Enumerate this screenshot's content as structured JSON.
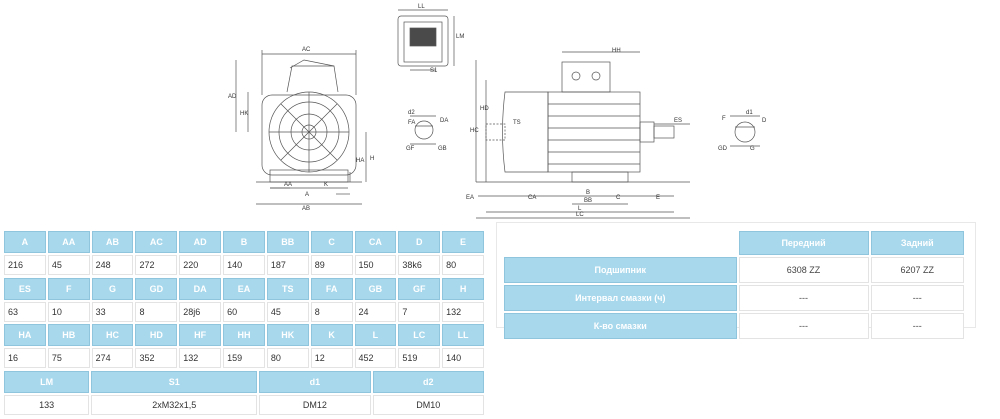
{
  "drawing": {
    "labels": {
      "AC": "AC",
      "AD": "AD",
      "HK": "HK",
      "HA": "HA",
      "H": "H",
      "AA": "AA",
      "K": "K",
      "A": "A",
      "AB": "AB",
      "LL": "LL",
      "LM": "LM",
      "S1": "S1",
      "HH": "HH",
      "d2": "d2",
      "FA": "FA",
      "GF": "GF",
      "GB": "GB",
      "DA": "DA",
      "HC": "HC",
      "HD": "HD",
      "TS": "TS",
      "ES": "ES",
      "EA": "EA",
      "CA": "CA",
      "B": "B",
      "BB": "BB",
      "C": "C",
      "E": "E",
      "L": "L",
      "LC": "LC",
      "d1": "d1",
      "F": "F",
      "D": "D",
      "GD": "GD",
      "G": "G"
    }
  },
  "table1": {
    "headers": [
      "A",
      "AA",
      "AB",
      "AC",
      "AD",
      "B",
      "BB",
      "C",
      "CA",
      "D",
      "E"
    ],
    "values": [
      "216",
      "45",
      "248",
      "272",
      "220",
      "140",
      "187",
      "89",
      "150",
      "38k6",
      "80"
    ]
  },
  "table2": {
    "headers": [
      "ES",
      "F",
      "G",
      "GD",
      "DA",
      "EA",
      "TS",
      "FA",
      "GB",
      "GF",
      "H"
    ],
    "values": [
      "63",
      "10",
      "33",
      "8",
      "28j6",
      "60",
      "45",
      "8",
      "24",
      "7",
      "132"
    ]
  },
  "table3": {
    "headers": [
      "HA",
      "HB",
      "HC",
      "HD",
      "HF",
      "HH",
      "HK",
      "K",
      "L",
      "LC",
      "LL"
    ],
    "values": [
      "16",
      "75",
      "274",
      "352",
      "132",
      "159",
      "80",
      "12",
      "452",
      "519",
      "140"
    ]
  },
  "table4": {
    "headers": [
      "LM",
      "S1",
      "d1",
      "d2"
    ],
    "values": [
      "133",
      "2xM32x1,5",
      "DM12",
      "DM10"
    ]
  },
  "bearings": {
    "col_front": "Передний",
    "col_rear": "Задний",
    "rows": [
      {
        "label": "Подшипник",
        "front": "6308 ZZ",
        "rear": "6207 ZZ"
      },
      {
        "label": "Интервал смазки (ч)",
        "front": "---",
        "rear": "---"
      },
      {
        "label": "К-во смазки",
        "front": "---",
        "rear": "---"
      }
    ]
  },
  "colors": {
    "header_bg": "#a8d8ec",
    "header_text": "#ffffff",
    "line": "#555555"
  }
}
